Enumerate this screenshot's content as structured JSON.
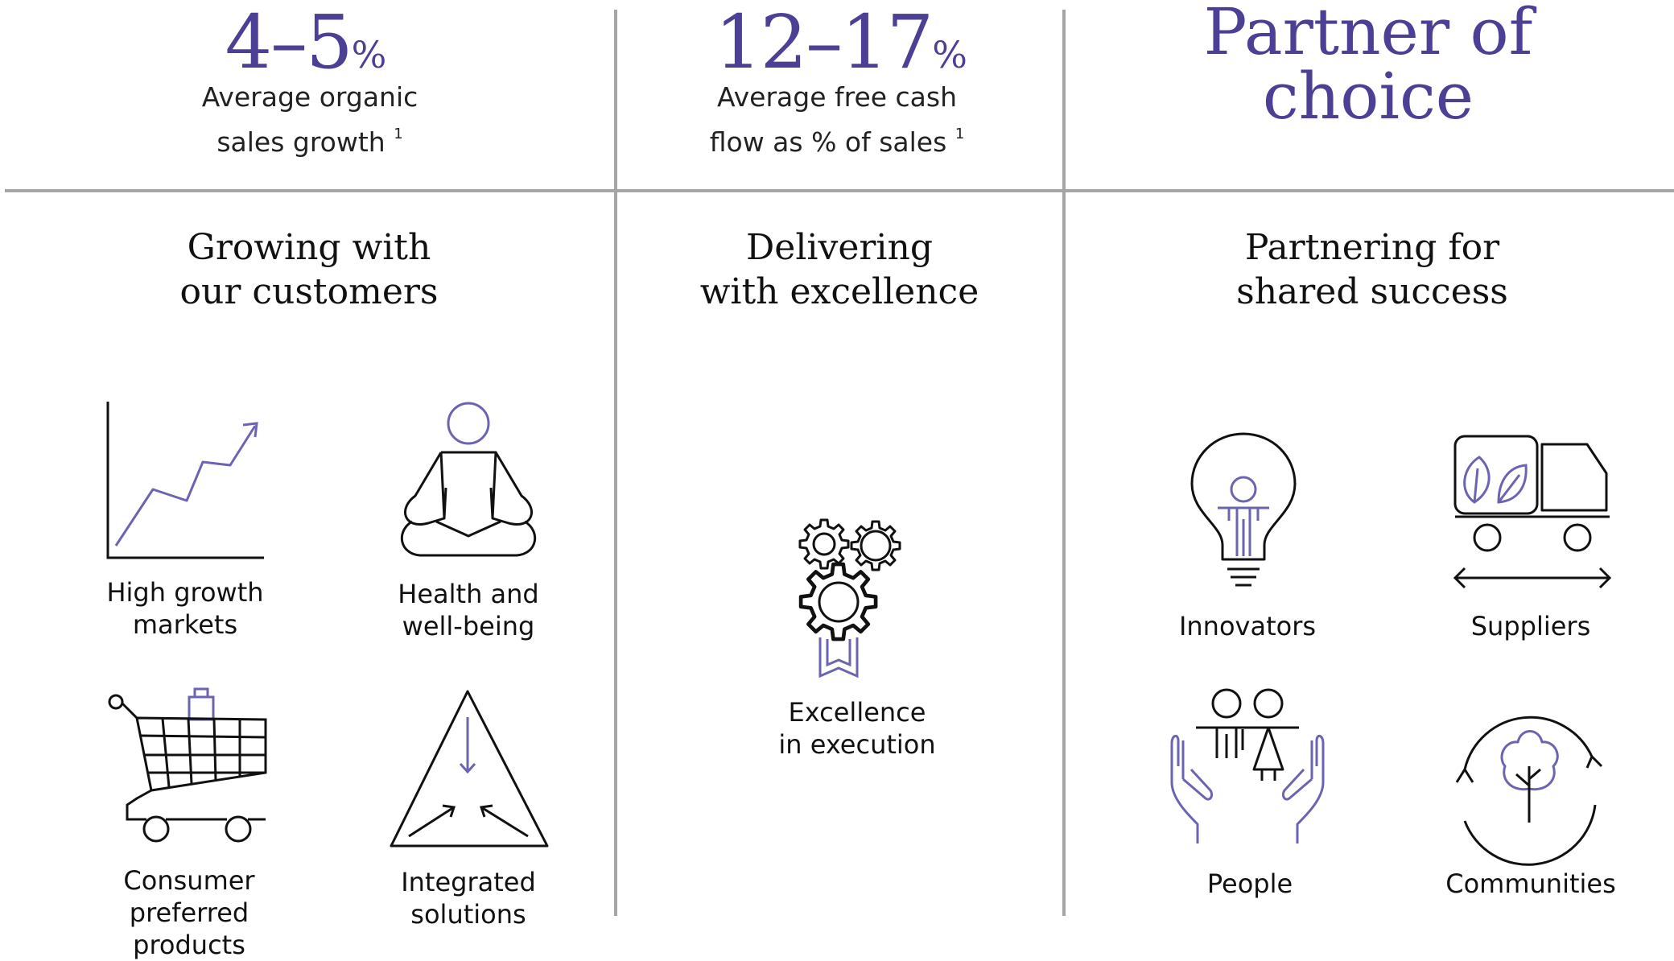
{
  "colors": {
    "accent": "#4b3f96",
    "icon_accent": "#6b64b3",
    "text": "#111111",
    "divider": "#a5a5a5"
  },
  "metrics": [
    {
      "value": "4–5",
      "unit": "%",
      "line1": "Average organic",
      "line2": "sales growth",
      "footnote": "1"
    },
    {
      "value": "12–17",
      "unit": "%",
      "line1": "Average free cash",
      "line2": "flow as % of sales",
      "footnote": "1"
    },
    {
      "line1": "Partner of",
      "line2": "choice"
    }
  ],
  "pillars": [
    {
      "line1": "Growing with",
      "line2": "our customers"
    },
    {
      "line1": "Delivering",
      "line2": "with excellence"
    },
    {
      "line1": "Partnering for",
      "line2": "shared success"
    }
  ],
  "items": {
    "high_growth": {
      "line1": "High growth",
      "line2": "markets",
      "icon": "line-chart-icon"
    },
    "health": {
      "line1": "Health and",
      "line2": "well-being",
      "icon": "meditation-icon"
    },
    "consumer": {
      "line1": "Consumer",
      "line2": "preferred",
      "line3": "products",
      "icon": "shopping-cart-icon"
    },
    "integrated": {
      "line1": "Integrated",
      "line2": "solutions",
      "icon": "triangle-arrows-icon"
    },
    "excellence": {
      "line1": "Excellence",
      "line2": "in execution",
      "icon": "gears-ribbon-icon"
    },
    "innovators": {
      "line1": "Innovators",
      "icon": "lightbulb-person-icon"
    },
    "suppliers": {
      "line1": "Suppliers",
      "icon": "delivery-truck-icon"
    },
    "people": {
      "line1": "People",
      "icon": "hands-people-icon"
    },
    "communities": {
      "line1": "Communities",
      "icon": "tree-cycle-icon"
    }
  }
}
